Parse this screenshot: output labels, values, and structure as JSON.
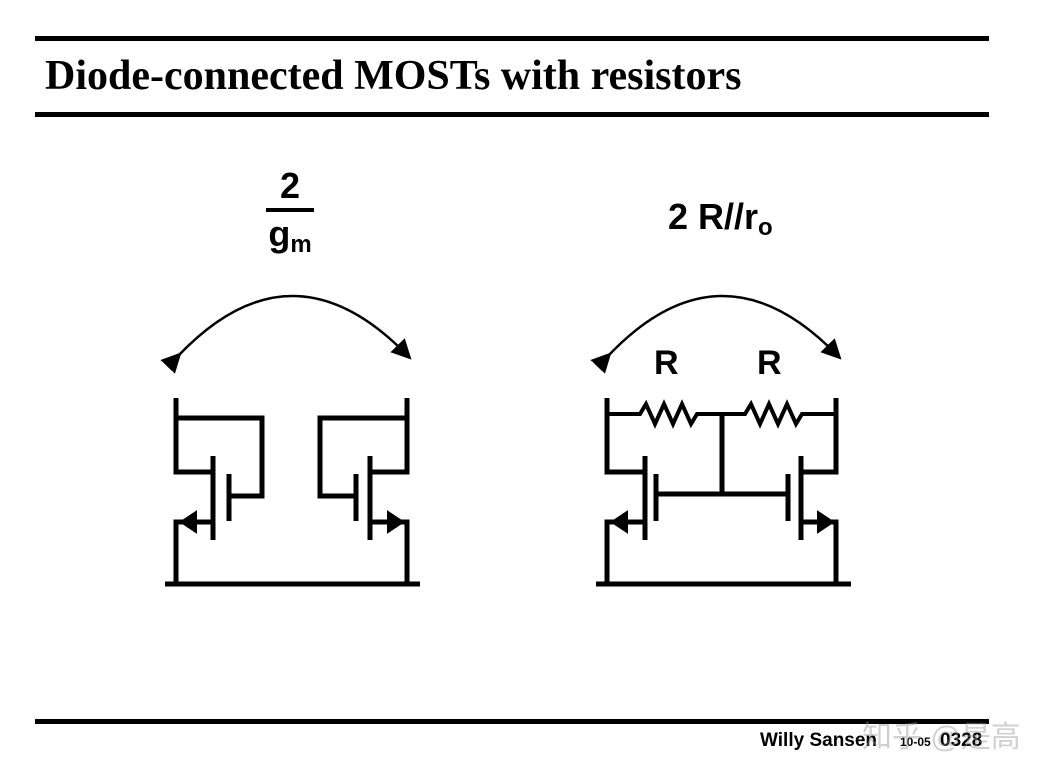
{
  "slide": {
    "title": "Diode-connected MOSTs with resistors"
  },
  "left_circuit": {
    "fraction_numerator": "2",
    "fraction_denominator": "g",
    "fraction_denominator_subscript": "m"
  },
  "right_circuit": {
    "expression": "2 R//r",
    "expression_subscript": "o",
    "resistor_left_label": "R",
    "resistor_right_label": "R"
  },
  "footer": {
    "author": "Willy Sansen",
    "code": "10-05",
    "slide_number": "0328"
  },
  "watermark": {
    "text": "知乎 @是高"
  },
  "colors": {
    "foreground": "#000000",
    "background": "#ffffff"
  }
}
